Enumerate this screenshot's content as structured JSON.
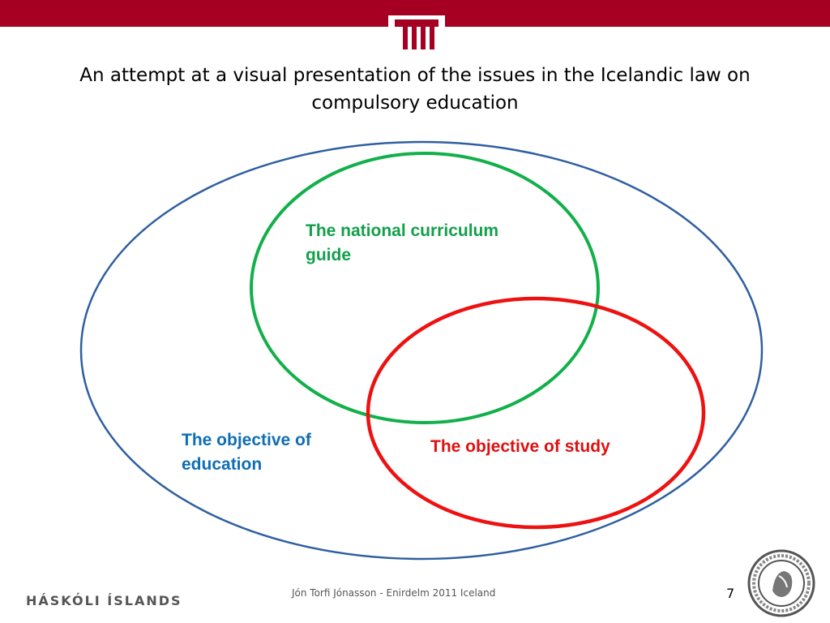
{
  "header": {
    "bar_color": "#a50021",
    "logo_icon": "university-building-icon"
  },
  "slide": {
    "title": "An attempt at a visual presentation of the issues in the Icelandic law on compulsory education"
  },
  "diagram": {
    "outer_ellipse": {
      "label": "The objective of education",
      "color": "#2f5fa0"
    },
    "green_circle": {
      "label": "The national curriculum guide",
      "color": "#12b04a"
    },
    "red_circle": {
      "label": "The objective of study",
      "color": "#ee1111"
    },
    "text_colors": {
      "education": "#0f6eb4",
      "curriculum": "#12a04a",
      "study": "#e01010"
    }
  },
  "footer": {
    "brand": "HÁSKÓLI ÍSLANDS",
    "credit": "Jón Torfi Jónasson - Enirdelm  2011 Iceland",
    "page_number": "7",
    "seal_icon": "university-seal-icon"
  }
}
